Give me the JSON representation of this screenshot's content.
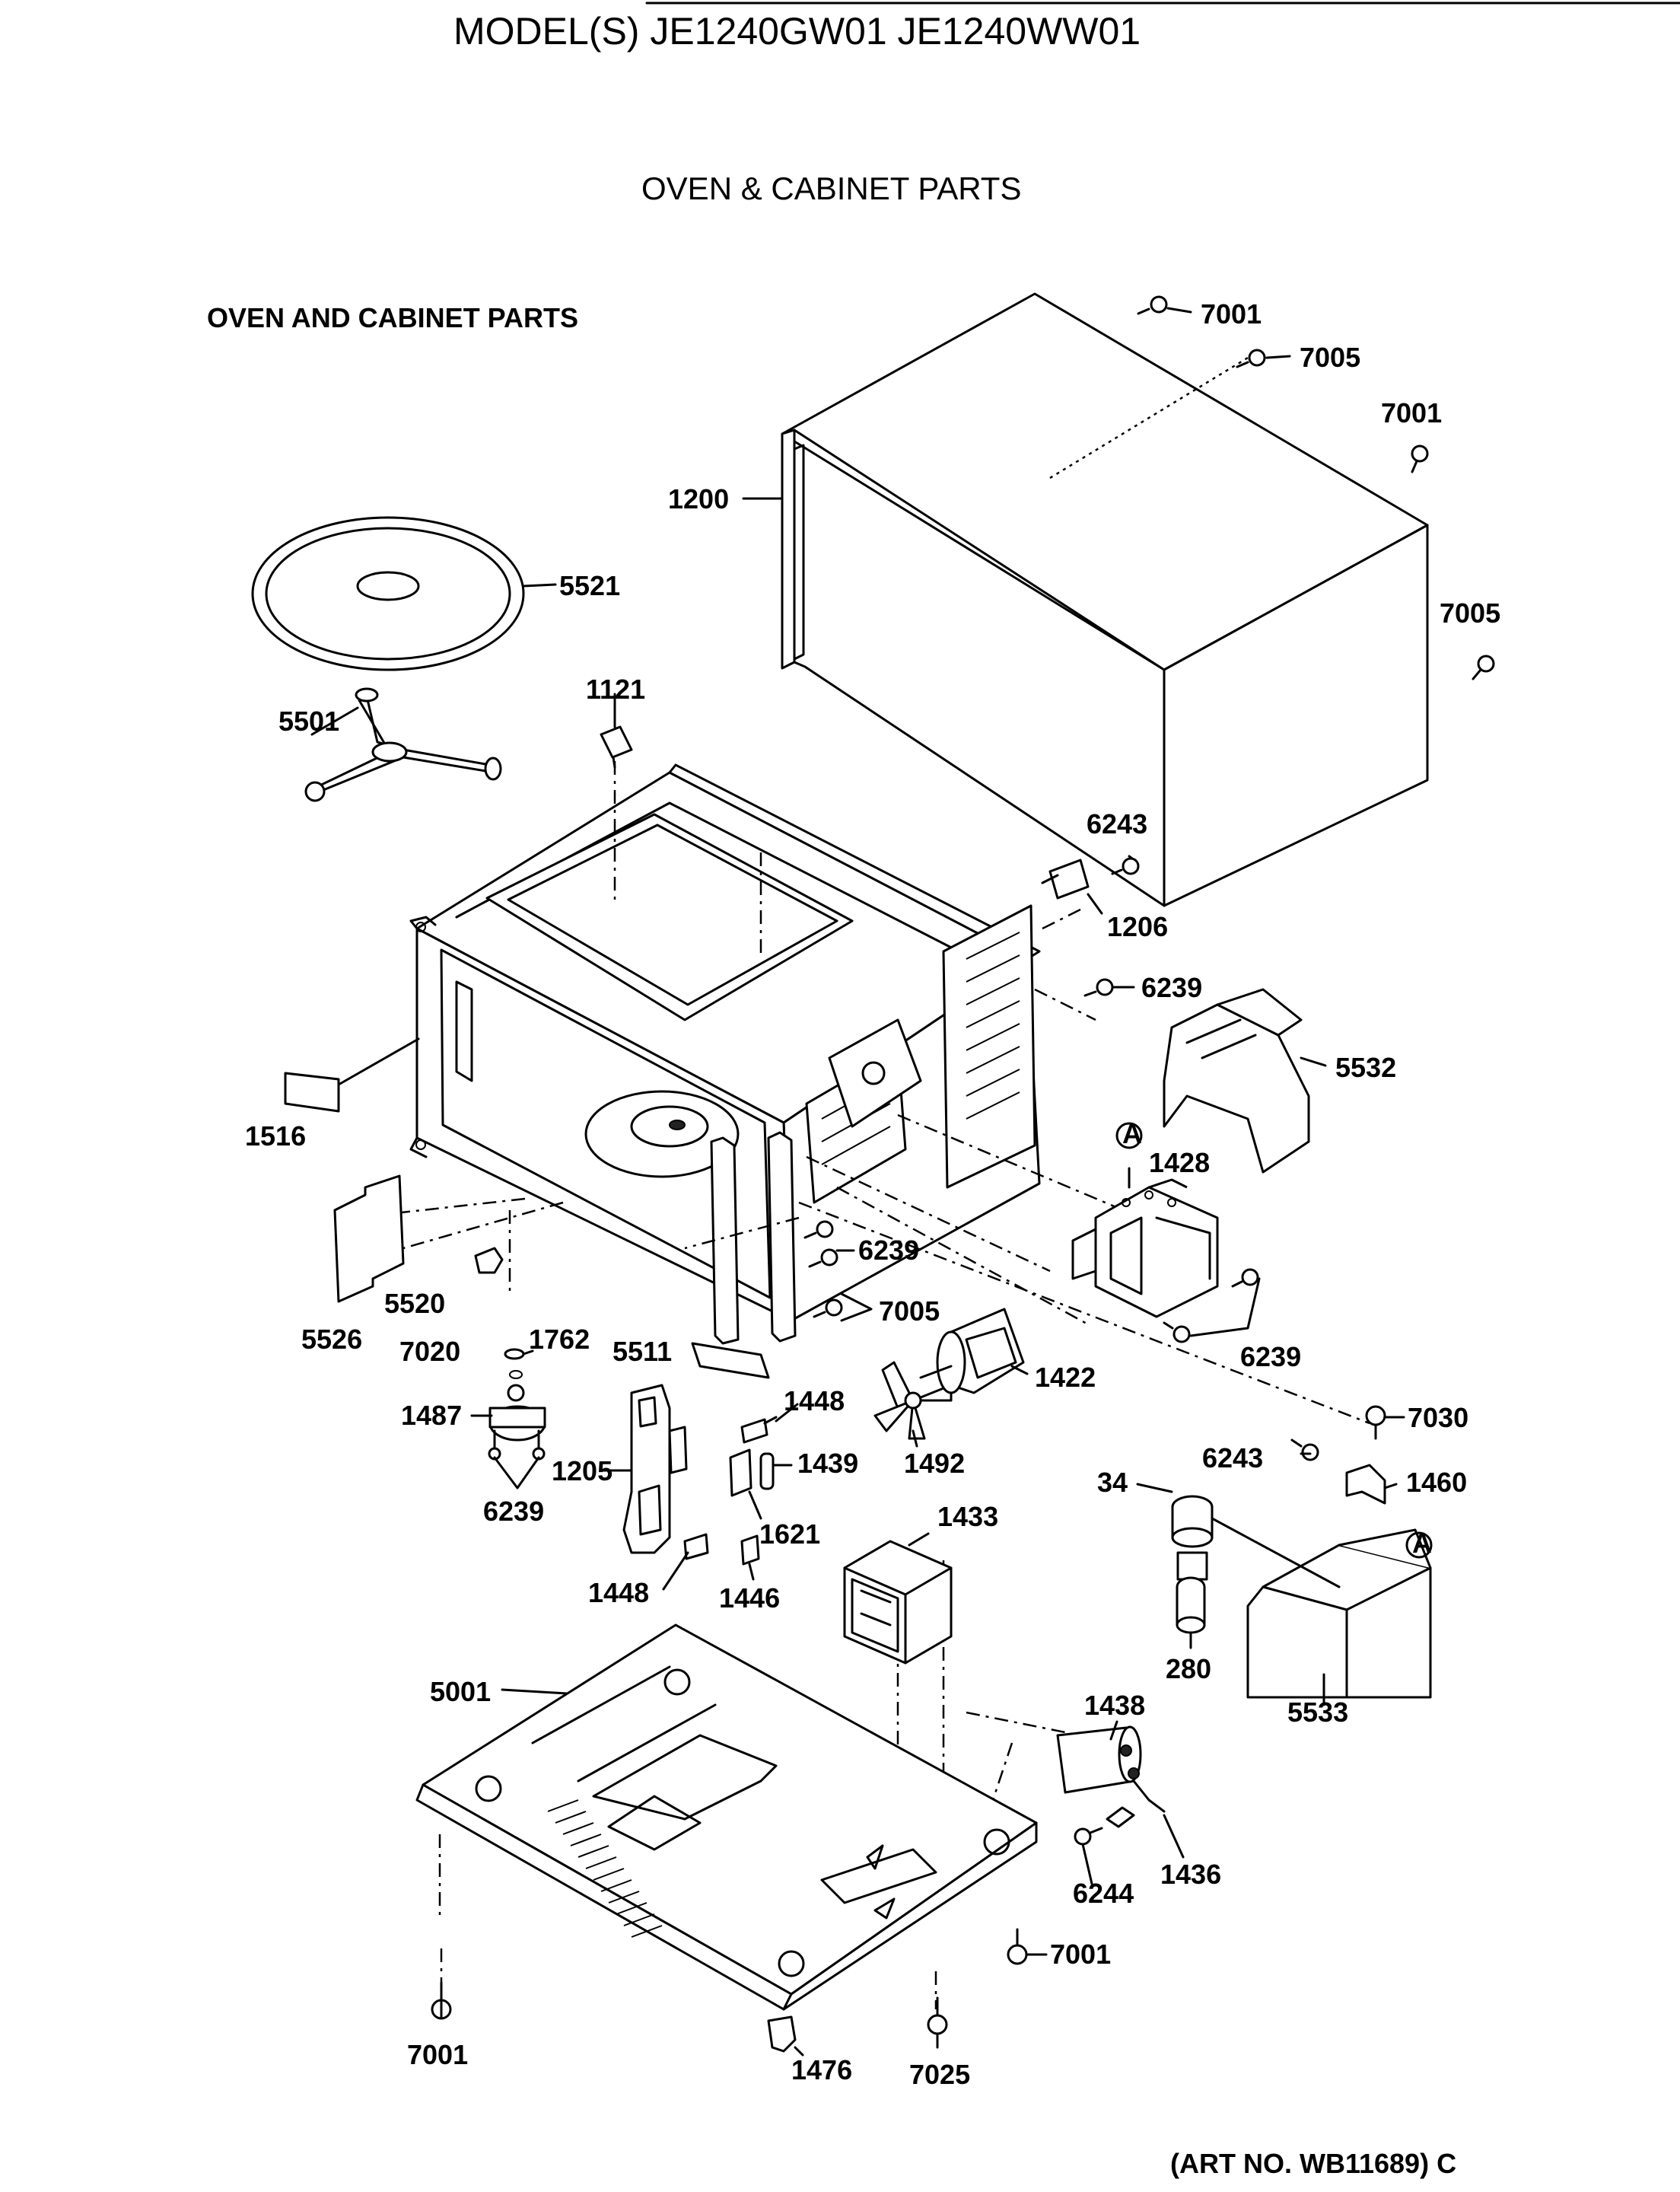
{
  "header": {
    "model_line": "MODEL(S) JE1240GW01  JE1240WW01",
    "section_title": "OVEN & CABINET PARTS",
    "subtitle": "OVEN AND CABINET PARTS"
  },
  "footer": {
    "art_number": "(ART NO. WB11689) C"
  },
  "callouts": {
    "c7001_top": "7001",
    "c7005_top": "7005",
    "c7001_right": "7001",
    "c1200": "1200",
    "c5521": "5521",
    "c7005_right": "7005",
    "c1121": "1121",
    "c5501": "5501",
    "c6243_top": "6243",
    "c1206": "1206",
    "c6239_top": "6239",
    "c5532": "5532",
    "c1516": "1516",
    "c1428": "1428",
    "marker_a1": "A",
    "c6239_mid": "6239",
    "c7005_mid": "7005",
    "c6239_right": "6239",
    "c5520": "5520",
    "c5526": "5526",
    "c7020": "7020",
    "c1762": "1762",
    "c5511": "5511",
    "c1422": "1422",
    "c1448_top": "1448",
    "c1487": "1487",
    "c1439": "1439",
    "c1492": "1492",
    "c7030": "7030",
    "c6243_bottom": "6243",
    "c1205": "1205",
    "c6239_bottom": "6239",
    "c34": "34",
    "c1460": "1460",
    "c1621": "1621",
    "c1433": "1433",
    "marker_a2": "A",
    "c1448_bottom": "1448",
    "c1446": "1446",
    "c280": "280",
    "c5001": "5001",
    "c5533": "5533",
    "c1438": "1438",
    "c1436": "1436",
    "c6244": "6244",
    "c7001_bottom": "7001",
    "c7001_left": "7001",
    "c1476": "1476",
    "c7025": "7025"
  }
}
